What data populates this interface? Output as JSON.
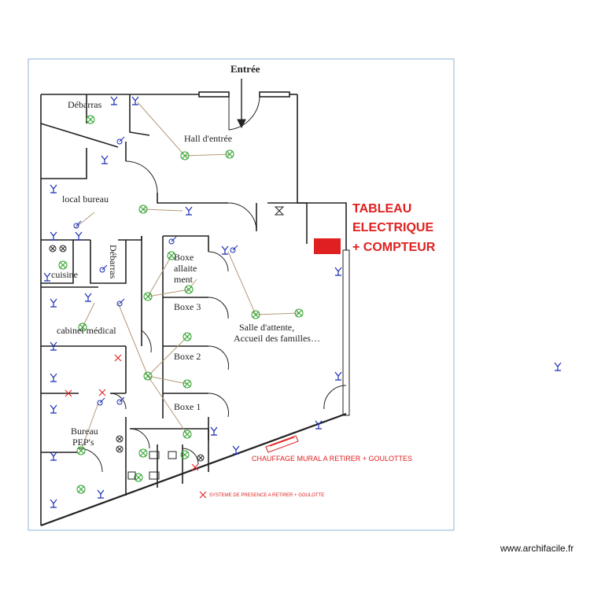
{
  "entrance_label": "Entrée",
  "rooms": {
    "debarras": "Débarras",
    "hall": "Hall d'entrée",
    "local_bureau": "local bureau",
    "debarras2": "Débarras",
    "cuisine": "cuisine",
    "boxe_allaitement": [
      "Boxe",
      "allaite",
      "ment"
    ],
    "boxe3": "Boxe 3",
    "cabinet": "cabinet médical",
    "salle": [
      "Salle d'attente,",
      "Accueil des familles…"
    ],
    "boxe2": "Boxe 2",
    "boxe1": "Boxe 1",
    "bureau_peps": [
      "Bureau",
      "PEP's"
    ]
  },
  "annotations": {
    "tableau": [
      "TABLEAU",
      "ELECTRIQUE",
      "+ COMPTEUR"
    ],
    "chauffage": "CHAUFFAGE MURAL A RETIRER + GOULOTTES",
    "presence": "SYSTEME DE PRESENCE A RETIRER + GOULOTTE"
  },
  "watermark": "www.archifacile.fr",
  "colors": {
    "wall": "#222222",
    "frame": "#8fb3d9",
    "outlet": "#1b2fb5",
    "light": "#2aa12a",
    "wire": "#b59a7a",
    "remove": "#e02020"
  },
  "icons": {
    "outlet": "wall-outlet-icon",
    "light": "ceiling-light-icon",
    "switch": "switch-icon",
    "remove": "remove-cross-icon",
    "vmc": "vmc-icon"
  }
}
